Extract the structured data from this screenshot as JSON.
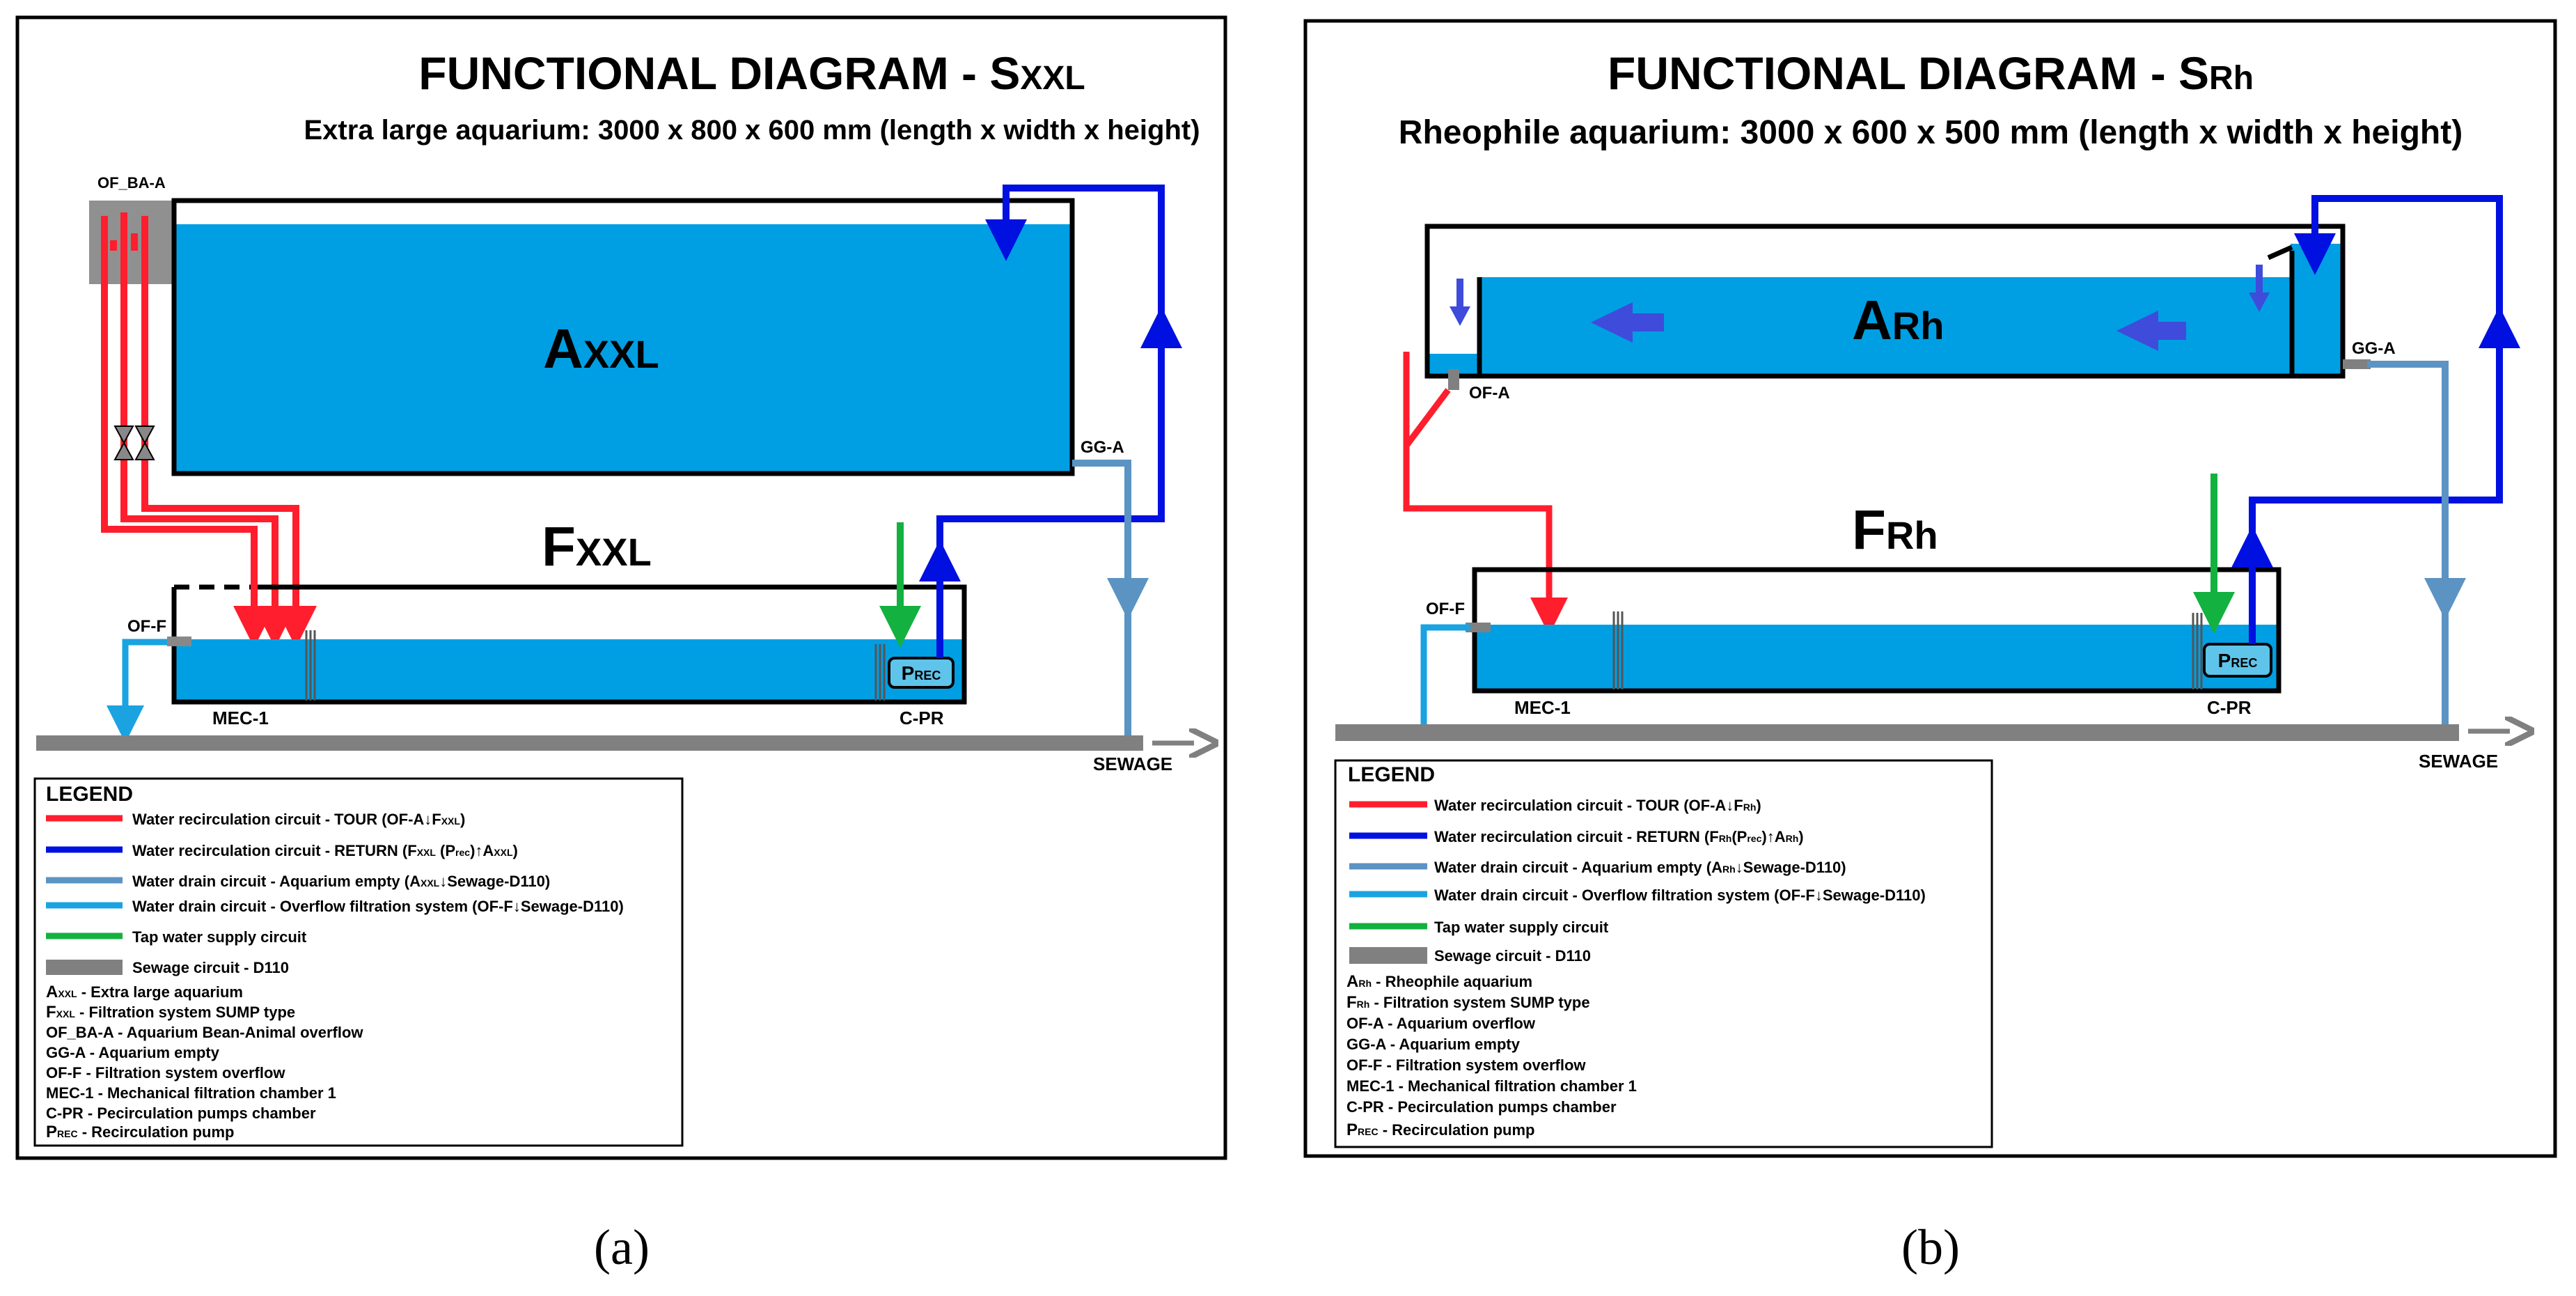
{
  "colors": {
    "water": "#009FE3",
    "tour": "#FF1E2D",
    "return": "#0010E0",
    "drain_empty": "#5B93C3",
    "drain_overflow": "#1AA3E0",
    "tap": "#13B13F",
    "sewage": "#808080",
    "flow_arrow": "#3F4BDB"
  },
  "panel_a": {
    "caption": "(a)",
    "title_main": "FUNCTIONAL DIAGRAM - S",
    "title_sub": "XXL",
    "subtitle": "Extra large aquarium: 3000 x 800 x 600 mm (length x width x height)",
    "aquarium_main": "A",
    "aquarium_sub": "XXL",
    "filter_main": "F",
    "filter_sub": "XXL",
    "pump_main": "P",
    "pump_sub": "REC",
    "label_of_ba_a": "OF_BA-A",
    "label_gg_a": "GG-A",
    "label_of_f": "OF-F",
    "label_mec1": "MEC-1",
    "label_cpr": "C-PR",
    "label_sewage": "SEWAGE",
    "legend": {
      "title": "LEGEND",
      "lines": [
        {
          "text": "Water recirculation circuit - TOUR (OF-A↓F",
          "sub": "XXL",
          "end": ")"
        },
        {
          "text": "Water recirculation circuit - RETURN (F",
          "sub": "XXL",
          "mid": " (P",
          "sub2": "rec",
          "end": ")↑A",
          "sub3": "XXL",
          "end2": ")"
        },
        {
          "text": "Water drain circuit - Aquarium empty (A",
          "sub": "XXL",
          "end": "↓Sewage-D110)"
        },
        {
          "text": "Water drain circuit - Overflow filtration system (OF-F↓Sewage-D110)"
        },
        {
          "text": "Tap water supply circuit"
        },
        {
          "text": "Sewage circuit - D110"
        }
      ],
      "defs": [
        {
          "key": "A",
          "key_sub": "XXL",
          "desc": " - Extra large aquarium"
        },
        {
          "key": "F",
          "key_sub": "XXL",
          "desc": " - Filtration system SUMP type"
        },
        {
          "key": "OF_BA-A",
          "desc": " - Aquarium Bean-Animal overflow"
        },
        {
          "key": "GG-A",
          "desc": " - Aquarium empty"
        },
        {
          "key": "OF-F",
          "desc": " - Filtration system overflow"
        },
        {
          "key": "MEC-1",
          "desc": " - Mechanical filtration chamber 1"
        },
        {
          "key": "C-PR",
          "desc": " - Pecirculation pumps chamber"
        },
        {
          "key": "P",
          "key_sub": "REC",
          "desc": " - Recirculation pump"
        }
      ]
    }
  },
  "panel_b": {
    "caption": "(b)",
    "title_main": "FUNCTIONAL DIAGRAM - S",
    "title_sub": "Rh",
    "subtitle": "Rheophile aquarium: 3000 x 600 x 500 mm (length x width x height)",
    "aquarium_main": "A",
    "aquarium_sub": "Rh",
    "filter_main": "F",
    "filter_sub": "Rh",
    "pump_main": "P",
    "pump_sub": "REC",
    "label_of_a": "OF-A",
    "label_gg_a": "GG-A",
    "label_of_f": "OF-F",
    "label_mec1": "MEC-1",
    "label_cpr": "C-PR",
    "label_sewage": "SEWAGE",
    "legend": {
      "title": "LEGEND",
      "lines": [
        {
          "text": "Water recirculation circuit - TOUR (OF-A↓F",
          "sub": "Rh",
          "end": ")"
        },
        {
          "text": "Water recirculation circuit - RETURN (F",
          "sub": "Rh",
          "mid": "(P",
          "sub2": "rec",
          "end": ")↑A",
          "sub3": "Rh",
          "end2": ")"
        },
        {
          "text": "Water drain circuit - Aquarium empty (A",
          "sub": "Rh",
          "end": "↓Sewage-D110)"
        },
        {
          "text": "Water drain circuit - Overflow filtration system (OF-F↓Sewage-D110)"
        },
        {
          "text": "Tap water supply circuit"
        },
        {
          "text": "Sewage circuit - D110"
        }
      ],
      "defs": [
        {
          "key": "A",
          "key_sub": "Rh",
          "desc": " - Rheophile aquarium"
        },
        {
          "key": "F",
          "key_sub": "Rh",
          "desc": " - Filtration system SUMP type"
        },
        {
          "key": "OF-A",
          "desc": " - Aquarium overflow"
        },
        {
          "key": "GG-A",
          "desc": " - Aquarium empty"
        },
        {
          "key": "OF-F",
          "desc": " - Filtration system overflow"
        },
        {
          "key": "MEC-1",
          "desc": " - Mechanical filtration chamber 1"
        },
        {
          "key": "C-PR",
          "desc": " - Pecirculation pumps chamber"
        },
        {
          "key": "P",
          "key_sub": "REC",
          "desc": " - Recirculation pump"
        }
      ]
    }
  }
}
